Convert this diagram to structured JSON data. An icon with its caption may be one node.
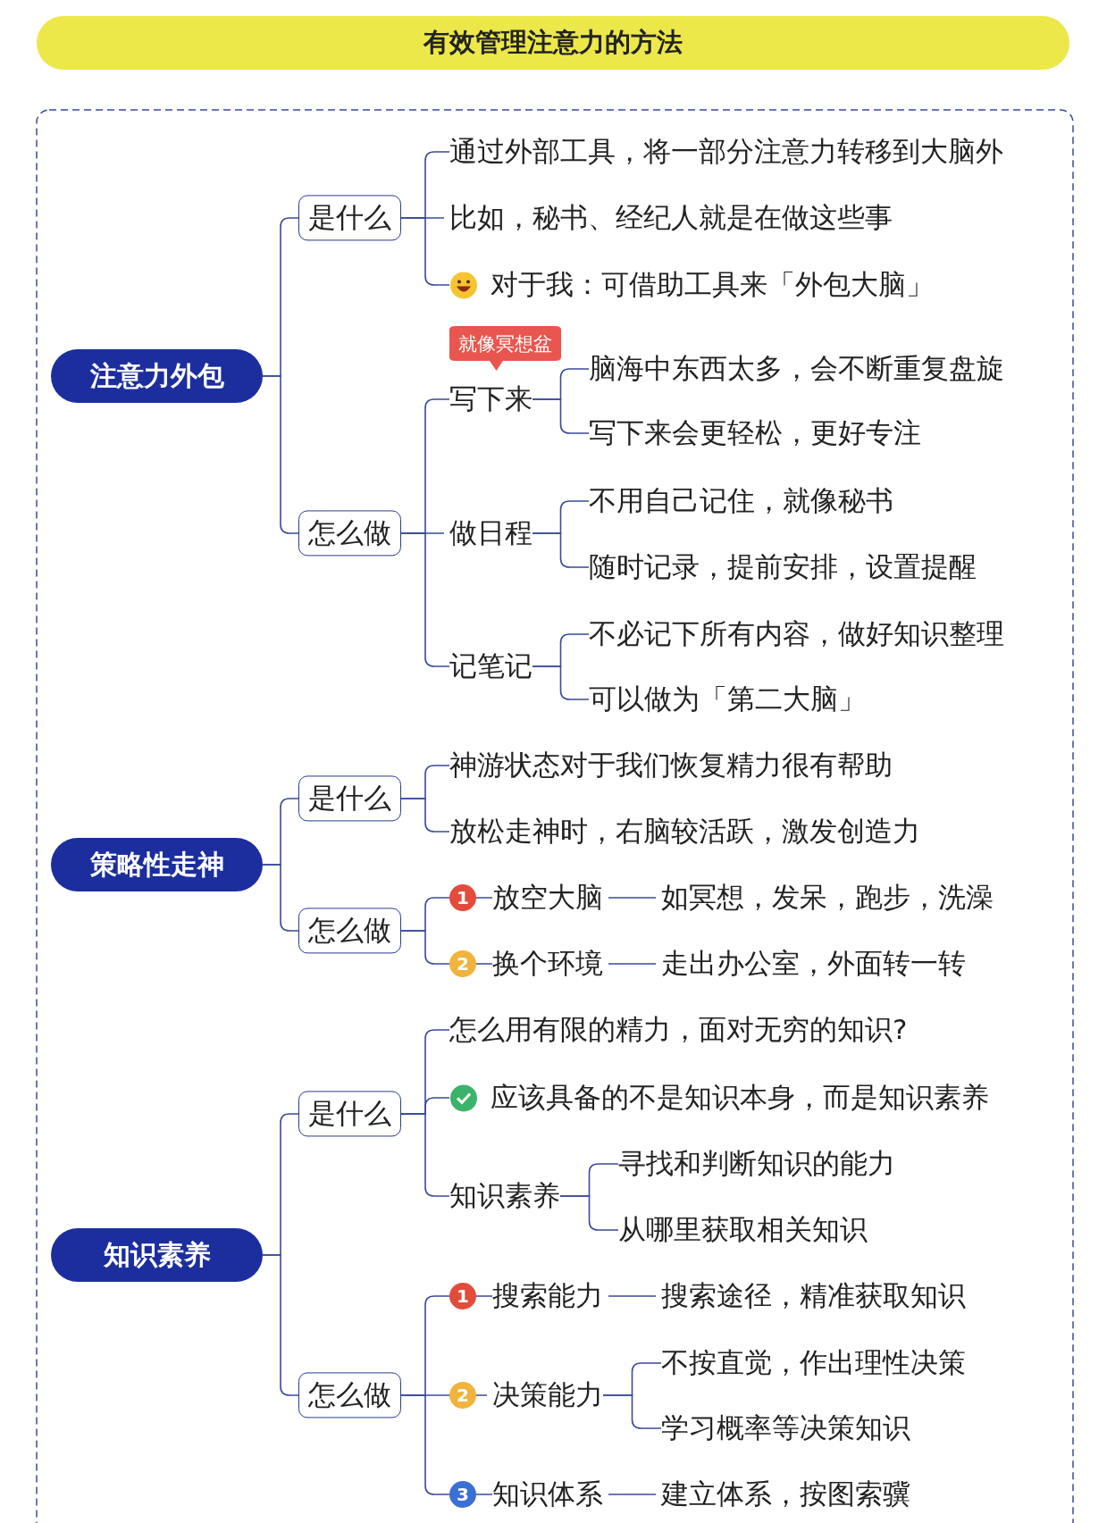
{
  "diagram": {
    "title": "有效管理注意力的方法",
    "nodes": [
      {
        "text": [
          "注意力外包"
        ]
      },
      {
        "text": [
          "是什么"
        ]
      },
      {
        "text": [
          "通过外部工具，将一部分注意力转移到大脑外"
        ]
      },
      {
        "text": [
          "比如，秘书、经纪人就是在做这些事"
        ]
      },
      {
        "text": [
          "对于我：可借助工具来「外包大脑」"
        ]
      },
      {
        "text": [
          "怎么做"
        ]
      },
      {
        "text": [
          "写下来"
        ],
        "beside": [
          "就像冥想盆"
        ]
      },
      {
        "text": [
          "脑海中东西太多，会不断重复盘旋"
        ]
      },
      {
        "text": [
          "写下来会更轻松，更好专注"
        ]
      },
      {
        "text": [
          "做日程"
        ]
      },
      {
        "text": [
          "不用自己记住，就像秘书"
        ]
      },
      {
        "text": [
          "随时记录，提前安排，设置提醒"
        ]
      },
      {
        "text": [
          "记笔记"
        ]
      },
      {
        "text": [
          "不必记下所有内容，做好知识整理"
        ]
      },
      {
        "text": [
          "可以做为「第二大脑」"
        ]
      },
      {
        "text": [
          "策略性走神"
        ]
      },
      {
        "text": [
          "是什么"
        ]
      },
      {
        "text": [
          "神游状态对于我们恢复精力很有帮助"
        ]
      },
      {
        "text": [
          "放松走神时，右脑较活跃，激发创造力"
        ]
      },
      {
        "text": [
          "怎么做"
        ]
      },
      {
        "text": [
          "放空大脑"
        ],
        "beside": [
          "1"
        ]
      },
      {
        "text": [
          "如冥想，发呆，跑步，洗澡"
        ]
      },
      {
        "text": [
          "换个环境"
        ],
        "beside": [
          "2"
        ]
      },
      {
        "text": [
          "走出办公室，外面转一转"
        ]
      },
      {
        "text": [
          "知识素养"
        ]
      },
      {
        "text": [
          "是什么"
        ]
      },
      {
        "text": [
          "怎么用有限的精力，面对无穷的知识?"
        ]
      },
      {
        "text": [
          "应该具备的不是知识本身，而是知识素养"
        ]
      },
      {
        "text": [
          "知识素养"
        ]
      },
      {
        "text": [
          "寻找和判断知识的能力"
        ]
      },
      {
        "text": [
          "从哪里获取相关知识"
        ]
      },
      {
        "text": [
          "怎么做"
        ]
      },
      {
        "text": [
          "搜索能力"
        ],
        "beside": [
          "1"
        ]
      },
      {
        "text": [
          "搜索途径，精准获取知识"
        ]
      },
      {
        "text": [
          "决策能力"
        ],
        "beside": [
          "2"
        ]
      },
      {
        "text": [
          "不按直觉，作出理性决策"
        ]
      },
      {
        "text": [
          "学习概率等决策知识"
        ]
      },
      {
        "text": [
          "知识体系"
        ],
        "beside": [
          "3"
        ]
      },
      {
        "text": [
          "建立体系，按图索骥"
        ]
      }
    ],
    "edges": [
      {
        "from": 0,
        "to": 1,
        "arrow": "none"
      },
      {
        "from": 1,
        "to": 2,
        "arrow": "none"
      },
      {
        "from": 1,
        "to": 3,
        "arrow": "none"
      },
      {
        "from": 1,
        "to": 4,
        "arrow": "none"
      },
      {
        "from": 0,
        "to": 5,
        "arrow": "none"
      },
      {
        "from": 5,
        "to": 6,
        "arrow": "none"
      },
      {
        "from": 6,
        "to": 7,
        "arrow": "none"
      },
      {
        "from": 6,
        "to": 8,
        "arrow": "none"
      },
      {
        "from": 5,
        "to": 9,
        "arrow": "none"
      },
      {
        "from": 9,
        "to": 10,
        "arrow": "none"
      },
      {
        "from": 9,
        "to": 11,
        "arrow": "none"
      },
      {
        "from": 5,
        "to": 12,
        "arrow": "none"
      },
      {
        "from": 12,
        "to": 13,
        "arrow": "none"
      },
      {
        "from": 12,
        "to": 14,
        "arrow": "none"
      },
      {
        "from": 15,
        "to": 16,
        "arrow": "none"
      },
      {
        "from": 16,
        "to": 17,
        "arrow": "none"
      },
      {
        "from": 16,
        "to": 18,
        "arrow": "none"
      },
      {
        "from": 15,
        "to": 19,
        "arrow": "none"
      },
      {
        "from": 19,
        "to": 20,
        "arrow": "none"
      },
      {
        "from": 20,
        "to": 21,
        "arrow": "none"
      },
      {
        "from": 19,
        "to": 22,
        "arrow": "none"
      },
      {
        "from": 22,
        "to": 23,
        "arrow": "none"
      },
      {
        "from": 24,
        "to": 25,
        "arrow": "none"
      },
      {
        "from": 25,
        "to": 26,
        "arrow": "none"
      },
      {
        "from": 25,
        "to": 27,
        "arrow": "none"
      },
      {
        "from": 25,
        "to": 28,
        "arrow": "none"
      },
      {
        "from": 28,
        "to": 29,
        "arrow": "none"
      },
      {
        "from": 28,
        "to": 30,
        "arrow": "none"
      },
      {
        "from": 24,
        "to": 31,
        "arrow": "none"
      },
      {
        "from": 31,
        "to": 32,
        "arrow": "none"
      },
      {
        "from": 32,
        "to": 33,
        "arrow": "none"
      },
      {
        "from": 31,
        "to": 34,
        "arrow": "none"
      },
      {
        "from": 34,
        "to": 35,
        "arrow": "none"
      },
      {
        "from": 34,
        "to": 36,
        "arrow": "none"
      },
      {
        "from": 31,
        "to": 37,
        "arrow": "none"
      },
      {
        "from": 37,
        "to": 38,
        "arrow": "none"
      }
    ]
  }
}
